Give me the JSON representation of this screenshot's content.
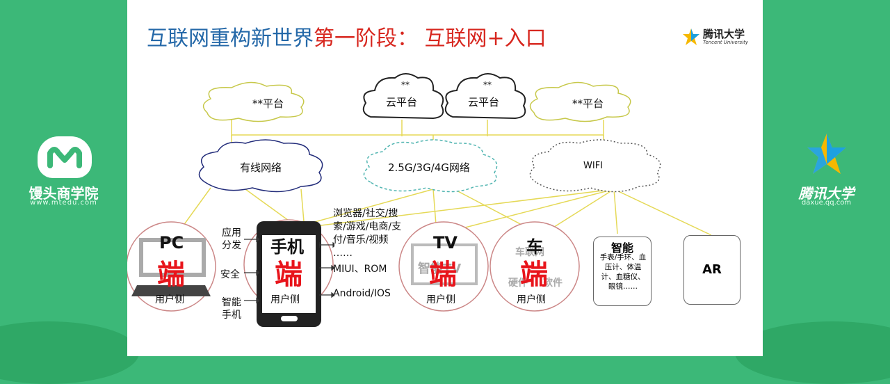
{
  "title": {
    "part1": "互联网重构新世界",
    "part2": "第一阶段： 互联网+入口"
  },
  "slide_brand": {
    "name": "腾讯大学",
    "sub": "Tencent University"
  },
  "left_brand": {
    "name": "馒头商学院",
    "url": "www.mtedu.com"
  },
  "right_brand": {
    "name": "腾讯大学",
    "url": "daxue.qq.com"
  },
  "platforms": [
    {
      "label": "**平台"
    },
    {
      "stars": "**",
      "label": "云平台"
    },
    {
      "stars": "**",
      "label": "云平台"
    },
    {
      "label": "**平台"
    }
  ],
  "networks": [
    "有线网络",
    "2.5G/3G/4G网络",
    "WIFI"
  ],
  "terminals": {
    "pc": {
      "name": "PC",
      "duan": "端",
      "user": "用户侧"
    },
    "phone": {
      "name": "手机",
      "duan": "端",
      "user": "用户侧"
    },
    "tv": {
      "name": "TV",
      "duan": "端",
      "user": "用户侧",
      "ghost": "智能TV"
    },
    "car": {
      "name": "车",
      "duan": "端",
      "user": "用户侧",
      "ghost1": "车联网",
      "ghost2": "硬件",
      "ghost3": "软件"
    }
  },
  "phone_left_labels": [
    "应用分发",
    "安全",
    "智能手机"
  ],
  "phone_right_labels": {
    "apps": "浏览器/社交/搜索/游戏/电商/支付/音乐/视频",
    "more": "……",
    "os": "MIUI、ROM",
    "system": "Android/IOS"
  },
  "smart_device": {
    "title": "智能",
    "desc": "手表/手环、血压计、体温计、血糖仪、眼镜……"
  },
  "ar": "AR",
  "colors": {
    "green_bg": "#3cb878",
    "title_blue": "#2468a8",
    "title_red": "#d7261e",
    "duan_red": "#e8141b",
    "line_yellow": "#e5d957"
  }
}
